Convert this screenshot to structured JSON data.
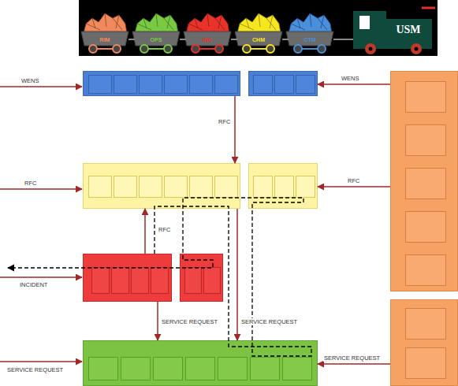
{
  "diagram": {
    "nodes": [
      {
        "text": [
          "RIM"
        ]
      },
      {
        "text": [
          "OPS"
        ]
      },
      {
        "text": [
          "INC"
        ]
      },
      {
        "text": [
          "CHM"
        ]
      },
      {
        "text": [
          "CTM"
        ]
      },
      {
        "text": [
          "USM"
        ]
      },
      {
        "text": []
      },
      {
        "text": []
      },
      {
        "text": []
      },
      {
        "text": []
      },
      {
        "text": []
      },
      {
        "text": []
      },
      {
        "text": []
      },
      {
        "text": []
      },
      {
        "text": []
      }
    ],
    "edges": [
      {
        "from": 6,
        "to": 8,
        "label": "RFC",
        "arrow": "to"
      },
      {
        "from": 10,
        "to": 8,
        "label": "RFC",
        "arrow": "to"
      },
      {
        "from": 10,
        "to": 12,
        "label": "SERVICE REQUEST",
        "arrow": "to"
      },
      {
        "from": 8,
        "to": 12,
        "label": "SERVICE REQUEST",
        "arrow": "to"
      },
      {
        "from": 13,
        "to": 7,
        "label": "WENS",
        "arrow": "to"
      },
      {
        "from": 13,
        "to": 9,
        "label": "RFC",
        "arrow": "to"
      },
      {
        "from": 14,
        "to": 12,
        "label": "SERVICE REQUEST",
        "arrow": "to"
      }
    ],
    "labels": [
      "WENS",
      "RFC",
      "INCIDENT",
      "SERVICE REQUEST"
    ]
  }
}
